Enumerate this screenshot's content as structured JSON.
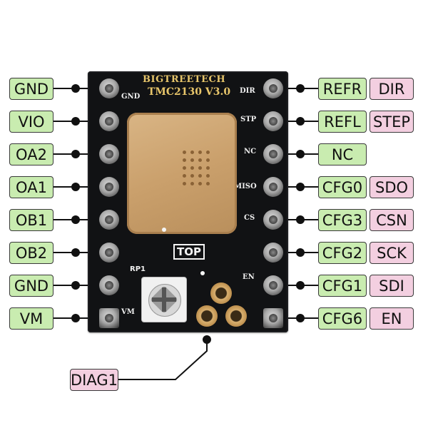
{
  "board": {
    "brand": "BIGTREETECH",
    "model": "TMC2130 V3.0",
    "top_marking": "TOP",
    "rp1_marking": "RP1",
    "left_pin_silkscreen": {
      "gnd": "GND",
      "vm": "VM"
    },
    "right_pin_silkscreen": {
      "dir": "DIR",
      "stp": "STP",
      "nc": "NC",
      "miso": "MISO",
      "cs": "CS",
      "en": "EN"
    }
  },
  "left_pins": [
    "GND",
    "VIO",
    "OA2",
    "OA1",
    "OB1",
    "OB2",
    "GND",
    "VM"
  ],
  "right_pins": [
    {
      "primary": "REFR",
      "secondary": "DIR"
    },
    {
      "primary": "REFL",
      "secondary": "STEP"
    },
    {
      "primary": "NC",
      "secondary": ""
    },
    {
      "primary": "CFG0",
      "secondary": "SDO"
    },
    {
      "primary": "CFG3",
      "secondary": "CSN"
    },
    {
      "primary": "CFG2",
      "secondary": "SCK"
    },
    {
      "primary": "CFG1",
      "secondary": "SDI"
    },
    {
      "primary": "CFG6",
      "secondary": "EN"
    }
  ],
  "bottom_pin": "DIAG1",
  "colors": {
    "green_label": "#c9ecb0",
    "pink_label": "#f3cfe0",
    "board": "#111214"
  }
}
